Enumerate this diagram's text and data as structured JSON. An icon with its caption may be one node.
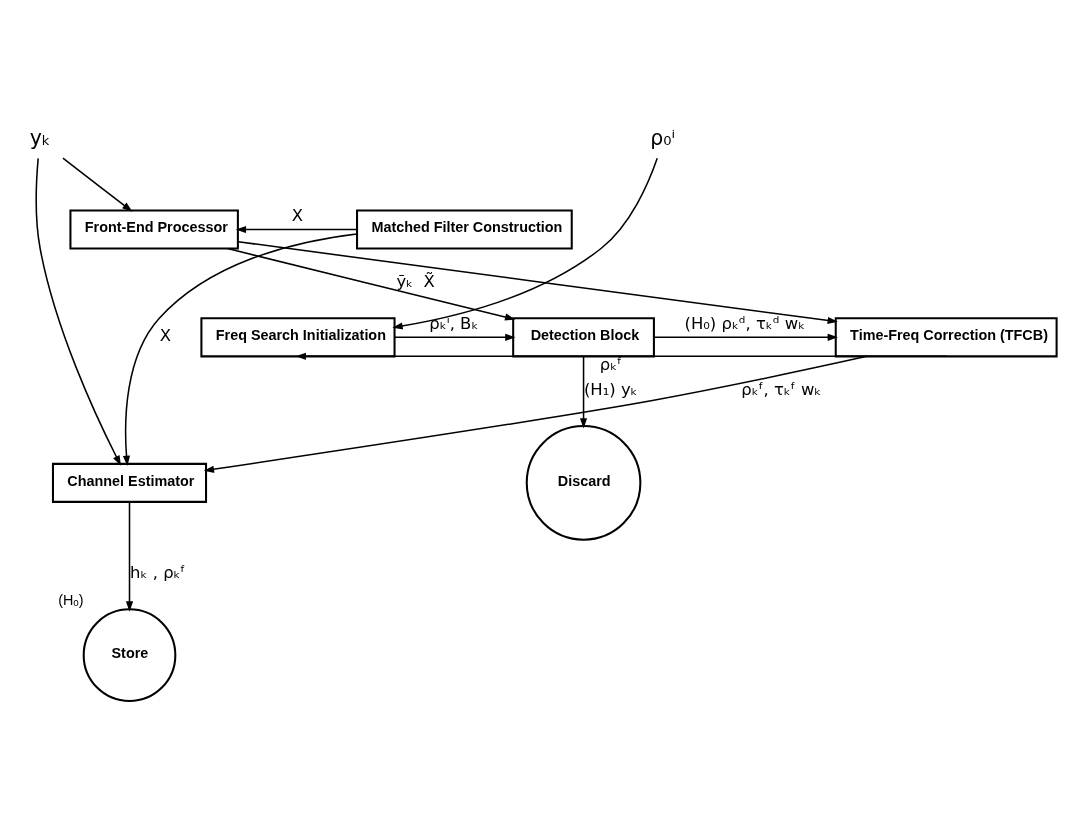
{
  "diagram": {
    "nodes": [
      {
        "text": [
          "yₖ"
        ]
      },
      {
        "text": [
          "Front-End Processor"
        ]
      },
      {
        "text": [
          "Matched Filter Construction"
        ]
      },
      {
        "text": [
          "ρ₀ⁱ"
        ]
      },
      {
        "text": [
          "Freq Search Initialization"
        ]
      },
      {
        "text": [
          "Detection Block"
        ]
      },
      {
        "text": [
          "Time-Freq Correction (TFCB)"
        ]
      },
      {
        "text": [
          "Discard"
        ]
      },
      {
        "text": [
          "Channel Estimator"
        ]
      },
      {
        "text": [
          "Store"
        ],
        "beside": [
          "(Hₒ)"
        ]
      }
    ],
    "edges": [
      {
        "from": 0,
        "to": 1,
        "arrow": "to"
      },
      {
        "from": 0,
        "to": 8,
        "arrow": "to"
      },
      {
        "from": 2,
        "to": 1,
        "arrow": "to",
        "label": "X"
      },
      {
        "from": 2,
        "to": 8,
        "arrow": "to",
        "label": "X"
      },
      {
        "from": 1,
        "to": 5,
        "arrow": "to",
        "label": "ỹₖ  X̃"
      },
      {
        "from": 1,
        "to": 6,
        "arrow": "to"
      },
      {
        "from": 3,
        "to": 4,
        "arrow": "to"
      },
      {
        "from": 4,
        "to": 5,
        "arrow": "to",
        "label": "ρₖⁱ, Bₖ"
      },
      {
        "from": 5,
        "to": 6,
        "arrow": "to",
        "label": "(H₀) ρₖᵈ, τₖᵈ wₖ"
      },
      {
        "from": 6,
        "to": 4,
        "arrow": "to",
        "label": "ρₖᶠ"
      },
      {
        "from": 5,
        "to": 7,
        "arrow": "to",
        "label": "(H₁) yₖ"
      },
      {
        "from": 6,
        "to": 8,
        "arrow": "to",
        "label": "ρₖᶠ, τₖᶠ wₖ"
      },
      {
        "from": 8,
        "to": 9,
        "arrow": "to",
        "label": "hₖ , ρₖᶠ"
      }
    ]
  }
}
